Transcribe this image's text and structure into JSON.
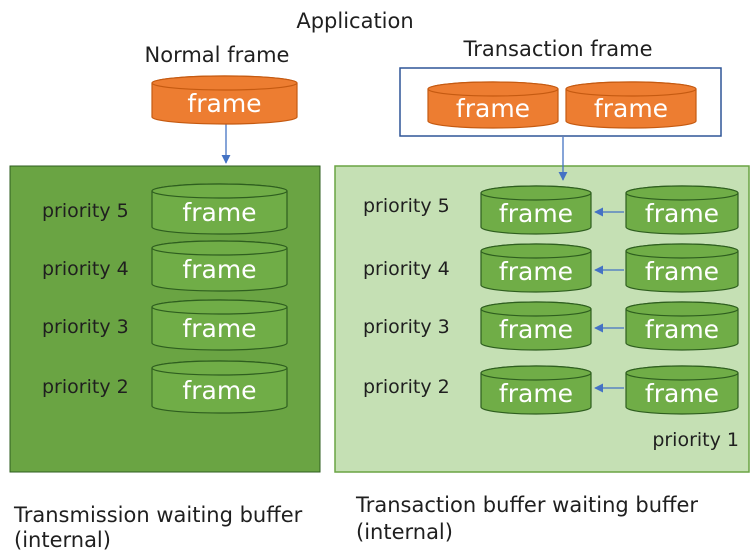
{
  "diagram": {
    "app_label": "Application",
    "normal_frame_label": "Normal frame",
    "transaction_frame_label": "Transaction frame",
    "frame_label": "frame",
    "left_caption_line1": "Transmission waiting buffer",
    "left_caption_line2": "(internal)",
    "right_caption_line1": "Transaction buffer waiting buffer",
    "right_caption_line2": "(internal)",
    "priority1_label": "priority 1",
    "left_priorities": [
      "priority 5",
      "priority 4",
      "priority 3",
      "priority 2"
    ],
    "right_priorities": [
      "priority 5",
      "priority 4",
      "priority 3",
      "priority 2"
    ]
  },
  "colors": {
    "orange": "#ed7d31",
    "orange_border": "#c55a11",
    "green": "#70ad47",
    "green_border": "#2e5e1f",
    "left_box": "#6aa443",
    "right_box": "#c5e0b4",
    "arrow": "#4472c4",
    "tx_border": "#2f5597"
  }
}
